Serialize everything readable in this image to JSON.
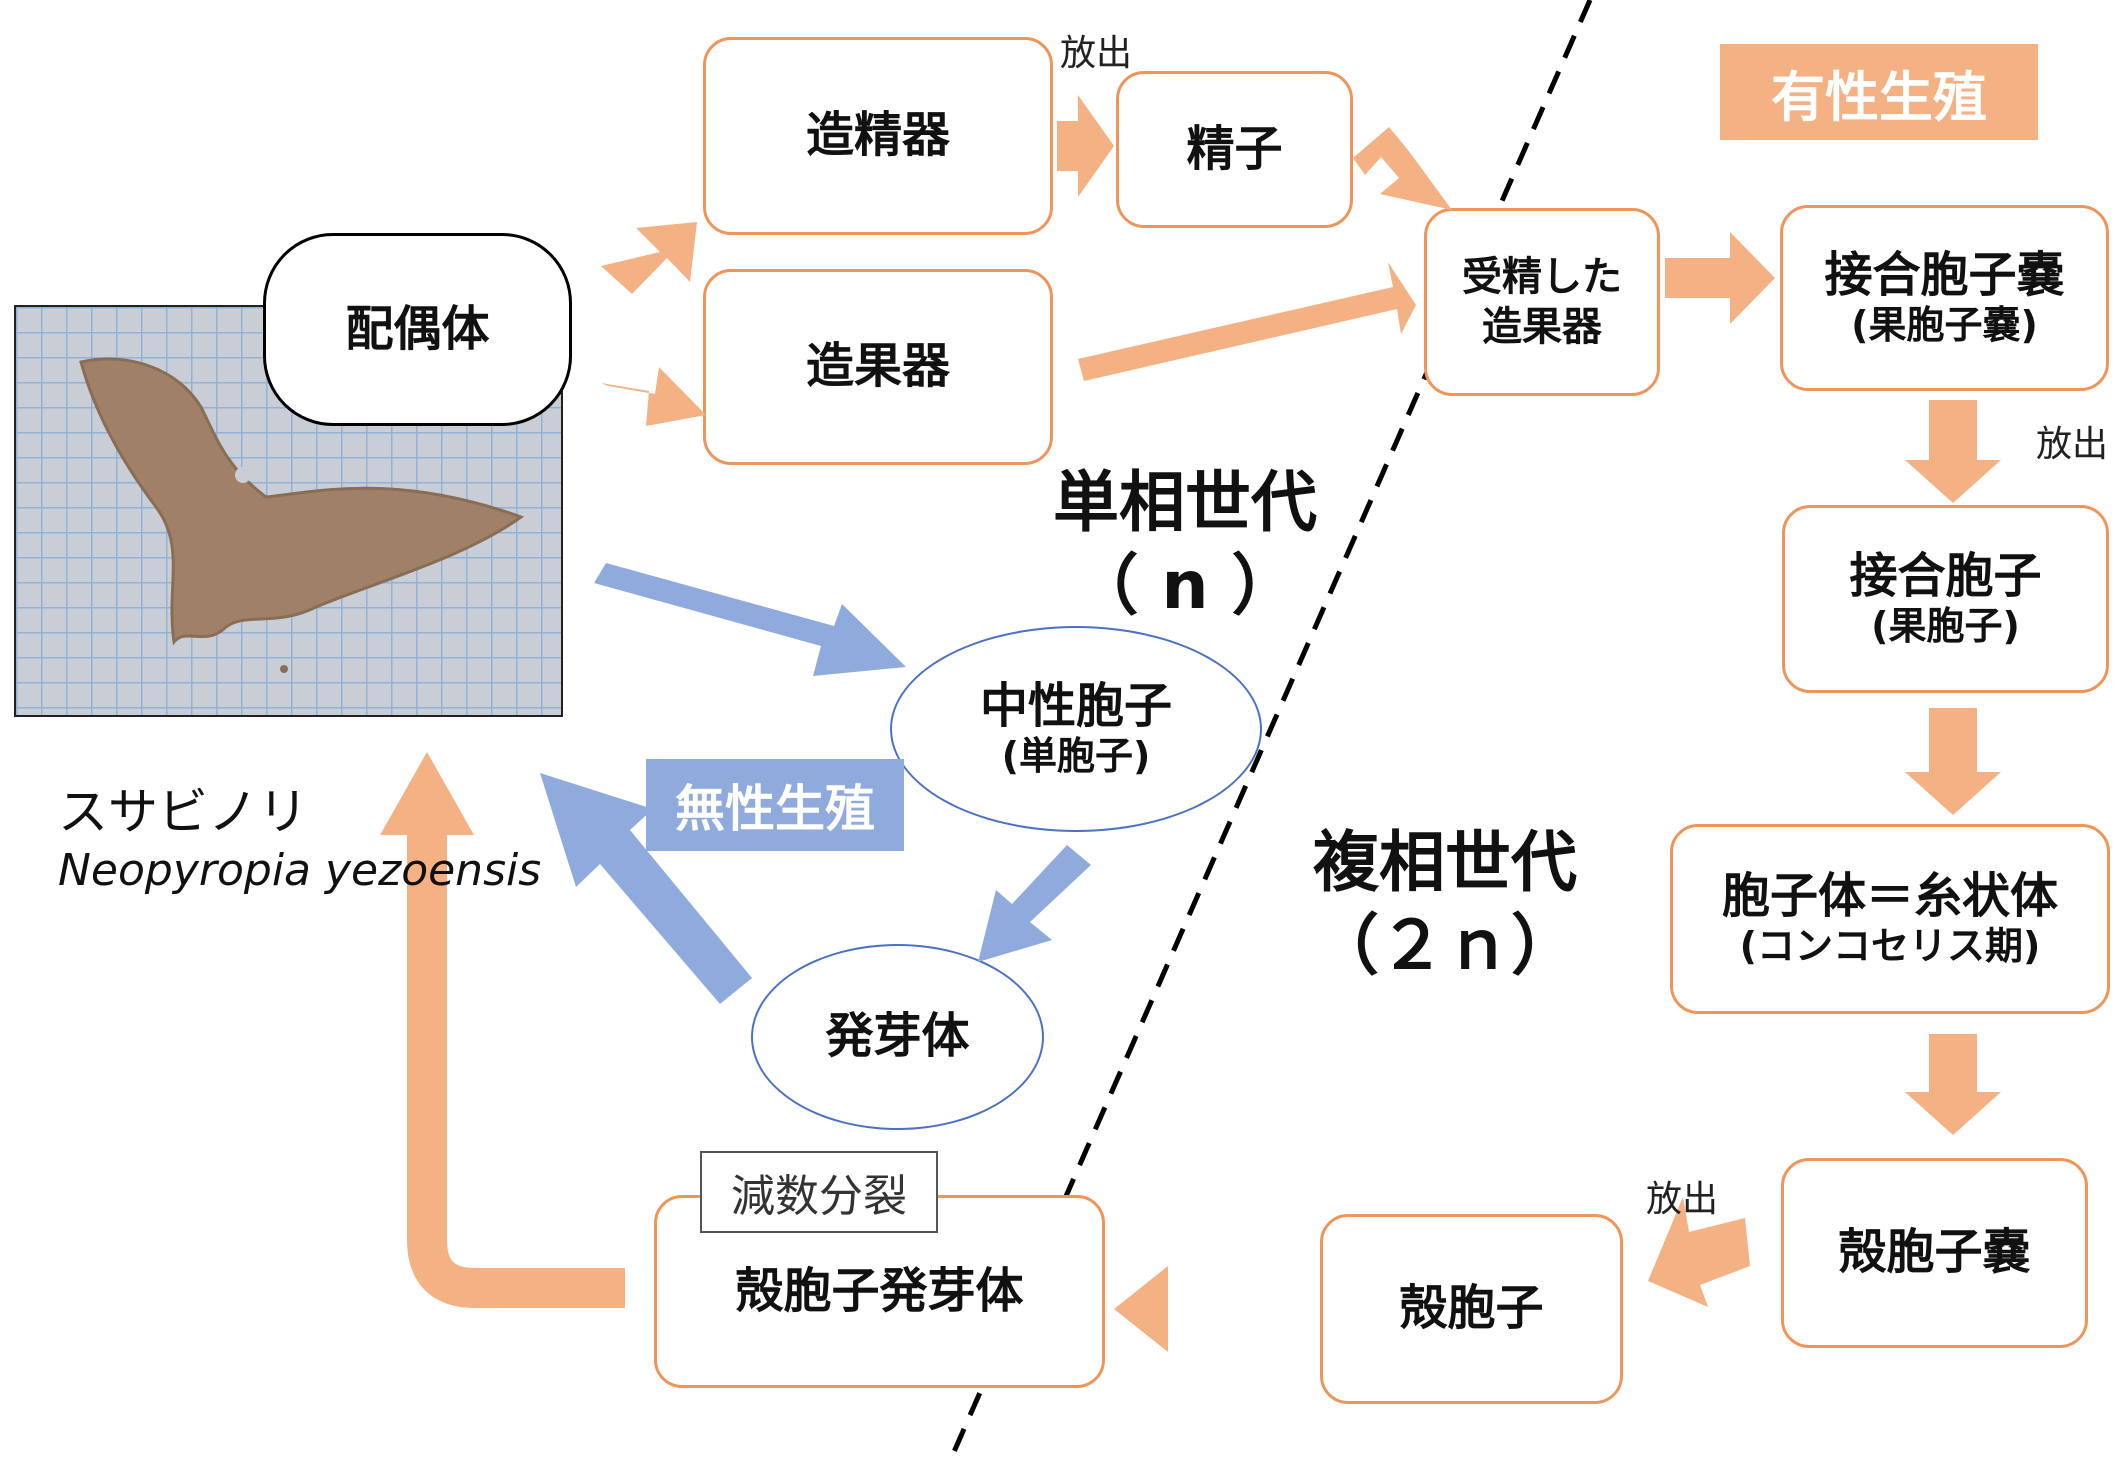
{
  "nodes": {
    "gametophyte": "配偶体",
    "antheridium": "造精器",
    "sperm": "精子",
    "carpogonium": "造果器",
    "fertilized_carpogonium": [
      "受精した",
      "造果器"
    ],
    "zygotosporangium": {
      "main": "接合胞子嚢",
      "sub": "(果胞子嚢)"
    },
    "zygotospore": {
      "main": "接合胞子",
      "sub": "(果胞子)"
    },
    "sporophyte": {
      "main": "胞子体＝糸状体",
      "sub": "(コンコセリス期)"
    },
    "conchosporangium": "殻胞子嚢",
    "conchospore": "殻胞子",
    "conchospore_germling": "殻胞子発芽体",
    "neutral_spore": {
      "main": "中性胞子",
      "sub": "(単胞子)"
    },
    "germling": "発芽体"
  },
  "labels": {
    "release": "放出",
    "meiosis": "減数分裂",
    "haploid": {
      "line1": "単相世代",
      "line2": "（ n ）"
    },
    "diploid": {
      "line1": "複相世代",
      "line2": "（２ｎ）"
    },
    "sexual_reproduction": "有性生殖",
    "asexual_reproduction": "無性生殖",
    "species_jp": "スサビノリ",
    "species_latin": "Neopyropia yezoensis"
  },
  "colors": {
    "sexual": "#f4b183",
    "asexual": "#8faadc",
    "box_border": "#f0955a",
    "ellipse_border": "#4a72c4",
    "thallus": "#a08066",
    "grid": "#8fb2d6"
  },
  "icons": {
    "photo": "nori-thallus-photo",
    "arrows": "block-arrow",
    "divider": "dashed-line"
  }
}
